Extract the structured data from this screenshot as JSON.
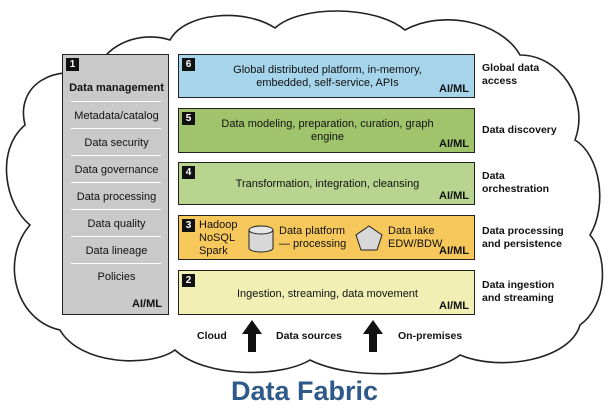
{
  "title": "Data Fabric",
  "left_panel": {
    "number": "1",
    "title": "Data management",
    "items": [
      "Metadata/catalog",
      "Data security",
      "Data governance",
      "Data processing",
      "Data quality",
      "Data lineage",
      "Policies"
    ],
    "aiml": "AI/ML"
  },
  "layers": [
    {
      "number": "6",
      "text_line1": "Global distributed platform, in-memory,",
      "text_line2": "embedded, self-service, APIs",
      "aiml": "AI/ML",
      "color": "#a6d4ea",
      "label_line1": "Global data",
      "label_line2": "access"
    },
    {
      "number": "5",
      "text_line1": "Data modeling, preparation, curation, graph",
      "text_line2": "engine",
      "aiml": "AI/ML",
      "color": "#9fc46c",
      "label_line1": "Data discovery",
      "label_line2": ""
    },
    {
      "number": "4",
      "text_line1": "Transformation, integration, cleansing",
      "text_line2": "",
      "aiml": "AI/ML",
      "color": "#b7d58f",
      "label_line1": "Data",
      "label_line2": "orchestration"
    },
    {
      "number": "3",
      "col1": [
        "Hadoop",
        "NoSQL",
        "Spark"
      ],
      "col2": [
        "Data platform",
        "— processing"
      ],
      "col3": [
        "Data lake",
        "EDW/BDW"
      ],
      "aiml": "AI/ML",
      "color": "#f6c85c",
      "label_line1": "Data processing",
      "label_line2": "and persistence"
    },
    {
      "number": "2",
      "text_line1": "Ingestion, streaming, data movement",
      "text_line2": "",
      "aiml": "AI/ML",
      "color": "#f1efb4",
      "label_line1": "Data ingestion",
      "label_line2": "and streaming"
    }
  ],
  "bottom": {
    "cloud": "Cloud",
    "sources": "Data sources",
    "onprem": "On-premises"
  },
  "icons": [
    "cylinder-icon",
    "pentagon-icon",
    "up-arrow-icon"
  ]
}
